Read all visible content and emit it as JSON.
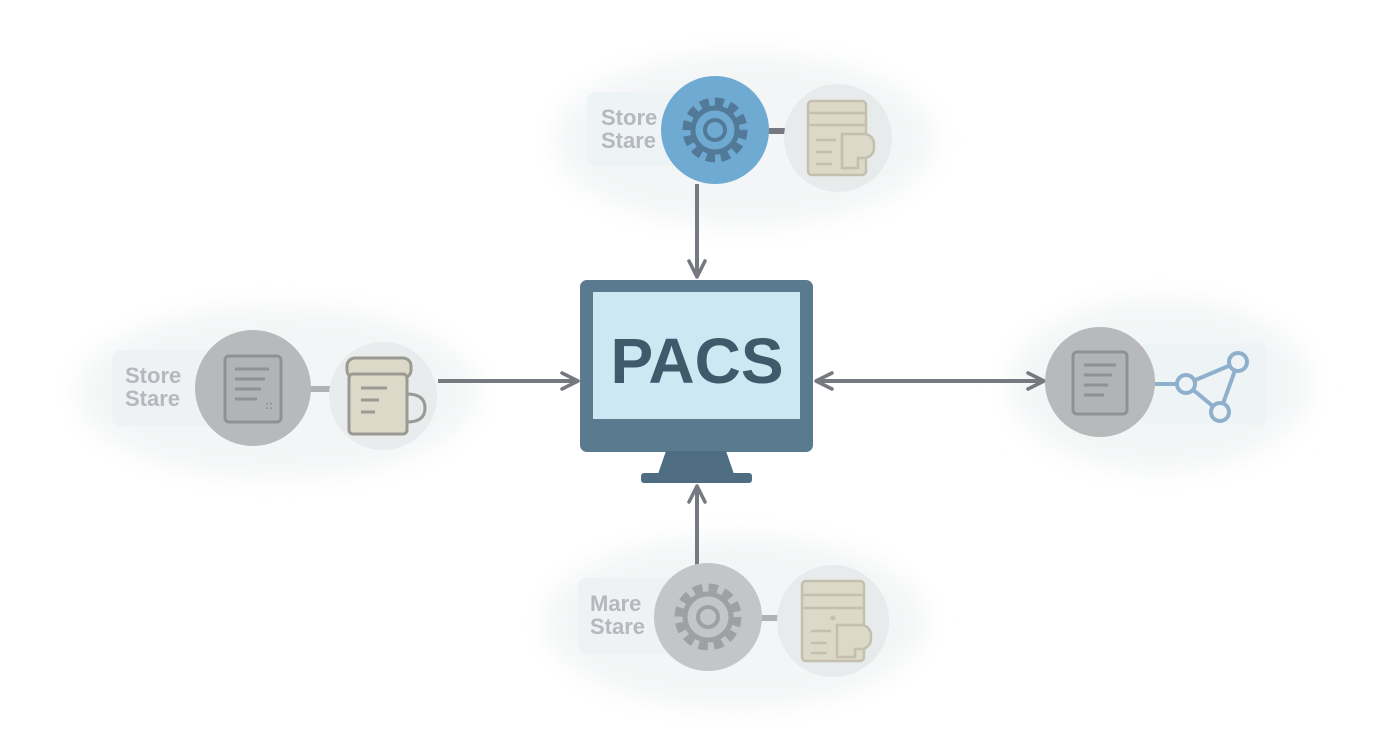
{
  "center": {
    "label": "PACS"
  },
  "nodes": {
    "top": {
      "label_line1": "Store",
      "label_line2": "Stare"
    },
    "left": {
      "label_line1": "Store",
      "label_line2": "Stare"
    },
    "bottom": {
      "label_line1": "Mare",
      "label_line2": "Stare"
    },
    "right": {}
  },
  "colors": {
    "monitor_frame": "#5a7a90",
    "monitor_screen": "#cde8f3",
    "pacs_text": "#3f5a6b",
    "arrow": "#767a80",
    "active_circle": "#6faad3",
    "gray_circle": "#b7b9bb",
    "doc_circle": "#e8ebec",
    "doc_fill": "#ddd9c9",
    "label_text": "#b5b9bd",
    "share_icon": "#8fb0cc"
  },
  "icons": [
    "monitor-icon",
    "gear-icon",
    "document-icon",
    "share-icon"
  ]
}
